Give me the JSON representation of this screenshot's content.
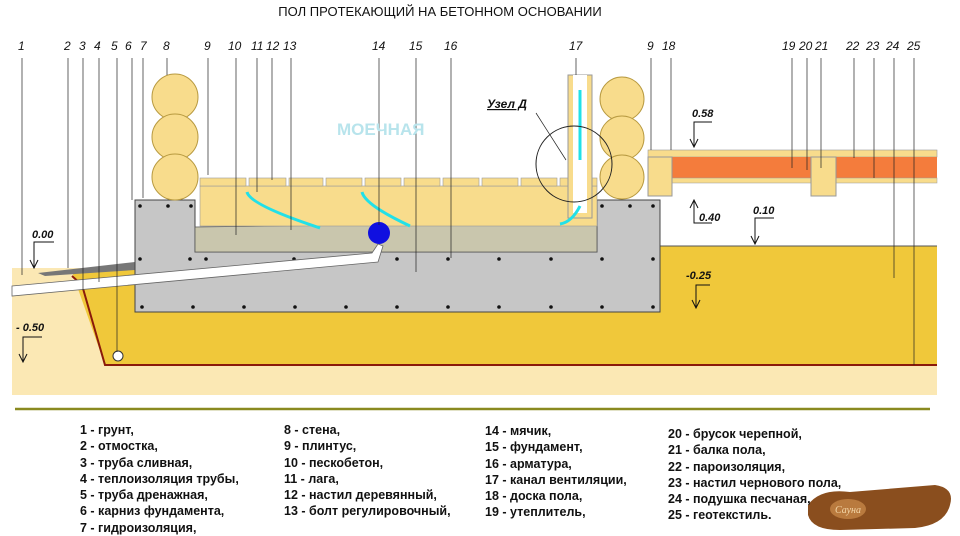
{
  "title": "ПОЛ ПРОТЕКАЮЩИЙ НА БЕТОННОМ ОСНОВАНИИ",
  "room_label": "МОЕЧНАЯ",
  "node_label": "Узел Д",
  "callout_numbers": [
    "1",
    "2",
    "3",
    "4",
    "5",
    "6",
    "7",
    "8",
    "9",
    "10",
    "11",
    "12",
    "13",
    "14",
    "15",
    "16",
    "17",
    "9",
    "18",
    "19",
    "20",
    "21",
    "22",
    "23",
    "24",
    "25"
  ],
  "elevations": {
    "e000": "0.00",
    "e050": "- 0.50",
    "e058": "0.58",
    "e040": "0.40",
    "e010": "0.10",
    "e025": "-0.25"
  },
  "legend": {
    "col1": [
      "1 - грунт,",
      "2 - отмостка,",
      "3 - труба сливная,",
      "4 - теплоизоляция трубы,",
      "5 - труба дренажная,",
      "6 - карниз фундамента,",
      "7 - гидроизоляция,"
    ],
    "col2": [
      "8 - стена,",
      "9 - плинтус,",
      "10 - пескобетон,",
      "11 - лага,",
      "12 - настил деревянный,",
      "13 - болт  регулировочный,"
    ],
    "col3": [
      "14 - мячик,",
      "15 - фундамент,",
      "16 - арматура,",
      "17 - канал вентиляции,",
      "18 - доска пола,",
      "19 - утеплитель,"
    ],
    "col4": [
      "20 - брусок черепной,",
      "21 - балка пола,",
      "22 - пароизоляция,",
      "23 - настил чернового пола,",
      "24 - подушка песчаная,",
      "25 - геотекстиль."
    ]
  },
  "logo_text": "Сауна",
  "colors": {
    "ground": "#fbe8b4",
    "sand": "#f0c83a",
    "concrete": "#c6c6c6",
    "sandconcrete": "#c9c6ad",
    "wood": "#f8dc8c",
    "insulation": "#f47c3c",
    "air": "#22e0e8",
    "ball": "#1010e0"
  }
}
